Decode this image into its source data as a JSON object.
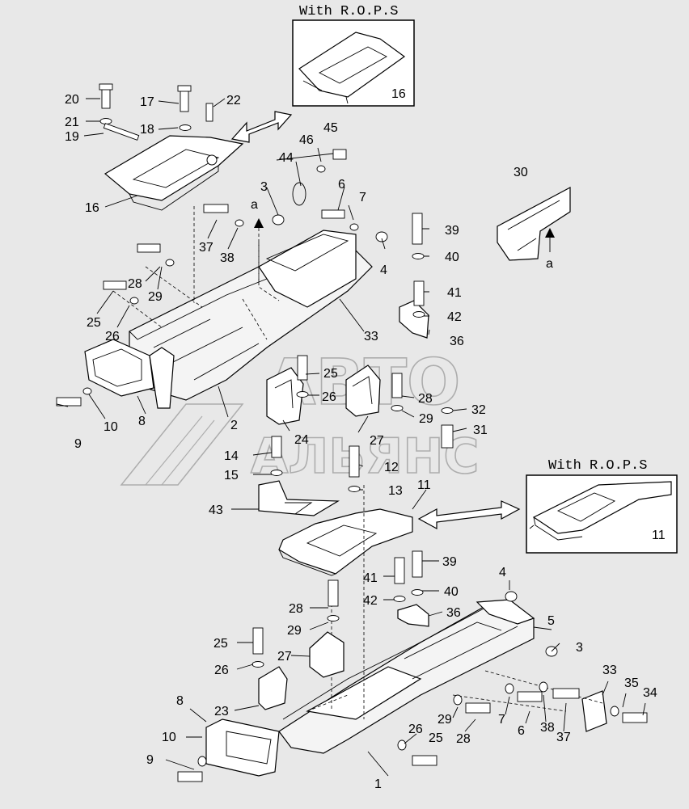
{
  "inset_top": {
    "title": "With R.O.P.S",
    "part": "16"
  },
  "inset_right": {
    "title": "With R.O.P.S",
    "part": "11"
  },
  "watermark": {
    "line1": "АВТО",
    "line2": "АЛЬЯНС"
  },
  "arrow_letters": {
    "a1": "a",
    "a2": "a"
  },
  "labels": {
    "n1": "1",
    "n2": "2",
    "n3a": "3",
    "n3b": "3",
    "n4a": "4",
    "n4b": "4",
    "n5": "5",
    "n6a": "6",
    "n6b": "6",
    "n7a": "7",
    "n7b": "7",
    "n8a": "8",
    "n8b": "8",
    "n9a": "9",
    "n9b": "9",
    "n10a": "10",
    "n10b": "10",
    "n11": "11",
    "n12": "12",
    "n13": "13",
    "n14": "14",
    "n15": "15",
    "n16": "16",
    "n17": "17",
    "n18": "18",
    "n19": "19",
    "n20": "20",
    "n21": "21",
    "n22": "22",
    "n23": "23",
    "n24": "24",
    "n25a": "25",
    "n25b": "25",
    "n25c": "25",
    "n25d": "25",
    "n26a": "26",
    "n26b": "26",
    "n26c": "26",
    "n26d": "26",
    "n27a": "27",
    "n27b": "27",
    "n28a": "28",
    "n28b": "28",
    "n28c": "28",
    "n28d": "28",
    "n29a": "29",
    "n29b": "29",
    "n29c": "29",
    "n29d": "29",
    "n30": "30",
    "n31": "31",
    "n32": "32",
    "n33a": "33",
    "n33b": "33",
    "n34": "34",
    "n35": "35",
    "n36a": "36",
    "n36b": "36",
    "n37a": "37",
    "n37b": "37",
    "n38a": "38",
    "n38b": "38",
    "n39a": "39",
    "n39b": "39",
    "n40a": "40",
    "n40b": "40",
    "n41a": "41",
    "n41b": "41",
    "n42a": "42",
    "n42b": "42",
    "n43": "43",
    "n44": "44",
    "n45": "45",
    "n46": "46"
  }
}
